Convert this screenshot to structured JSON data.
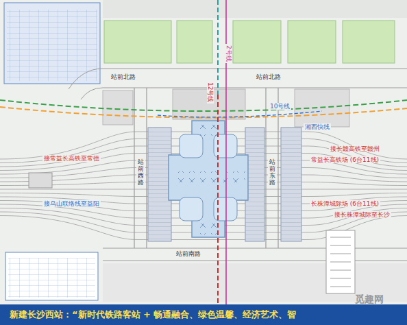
{
  "diagram": {
    "caption": "新建长沙西站：“新时代铁路客站 + 畅通融合、绿色温馨、经济艺术、智",
    "labels": [
      "站前北路",
      "站前北路",
      "12号线",
      "2号线",
      "10号线",
      "湘西快线",
      "接长赣高铁至赣州",
      "常益长高铁场 (6台11线)",
      "接常益长高铁至常德",
      "站前西路",
      "站前东路",
      "接乌山联络线至益阳",
      "长株潭城际场 (6台11线)",
      "接长株潭城际至长沙",
      "站前南路",
      "觅趣网"
    ]
  }
}
